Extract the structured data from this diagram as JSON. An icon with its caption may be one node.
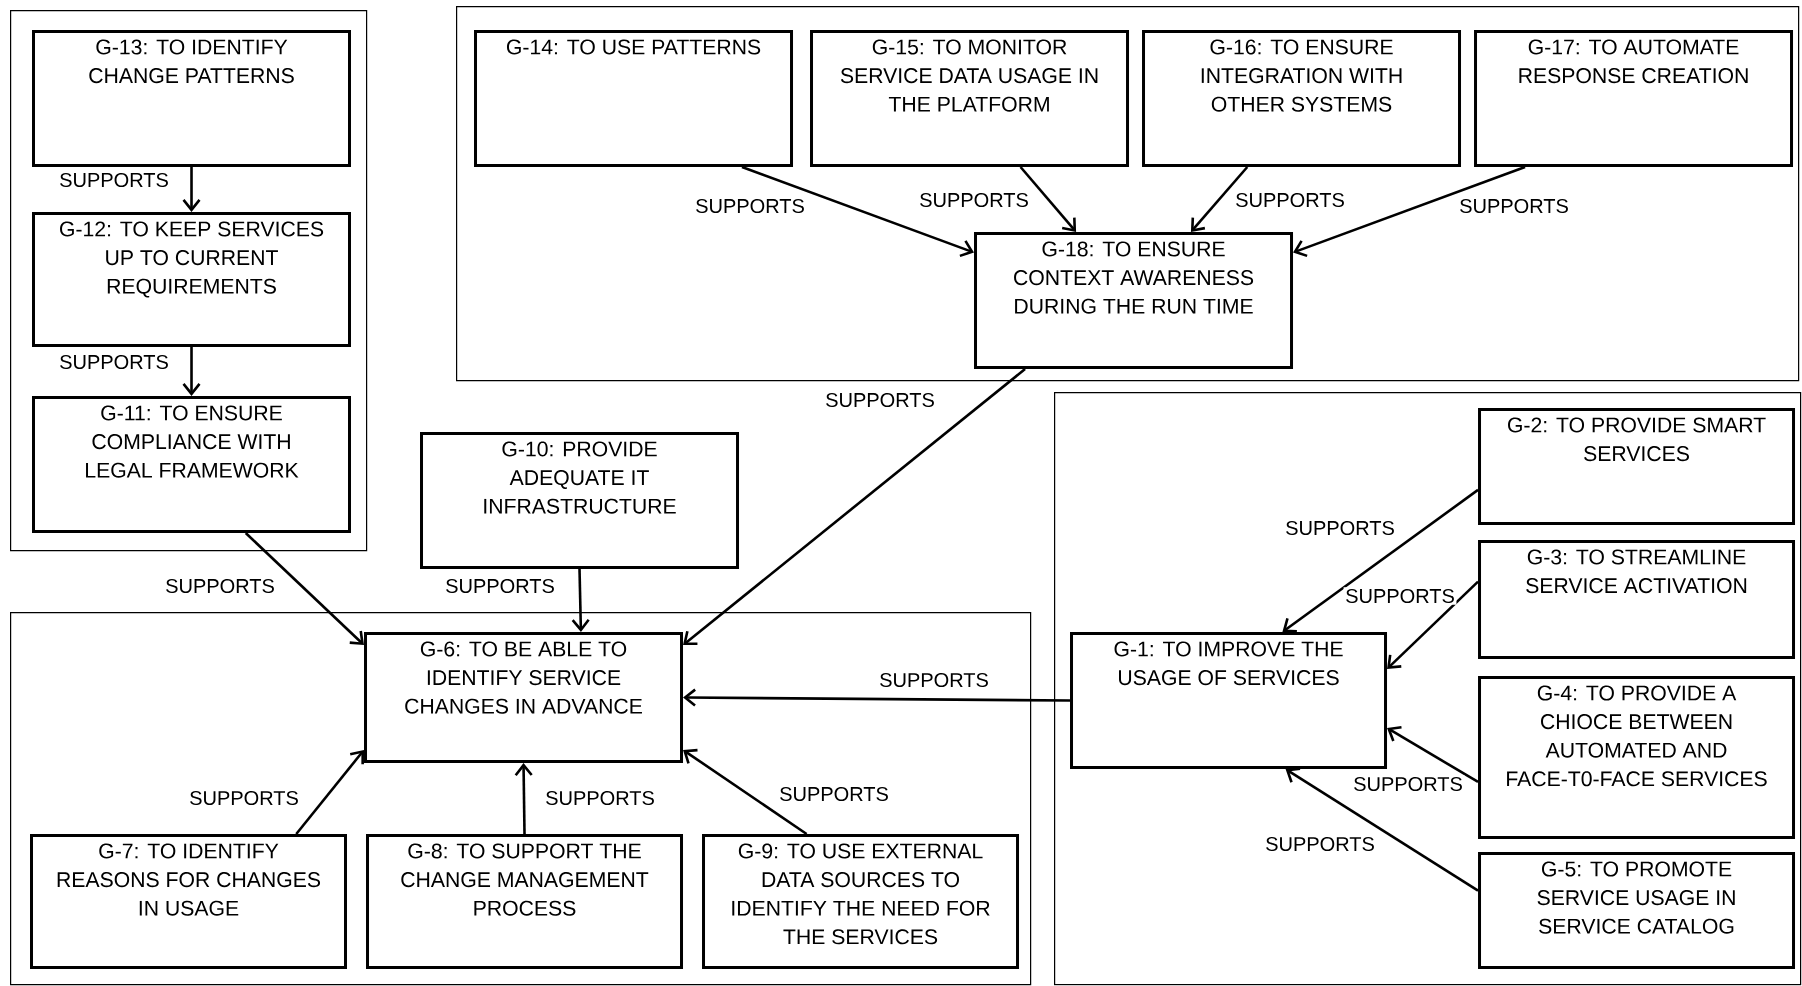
{
  "diagram": {
    "nodes": [
      {
        "text": [],
        "shape": "box"
      },
      {
        "text": [
          "G-13: TO IDENTIFY CHANGE PATTERNS"
        ],
        "in": 0
      },
      {
        "text": [
          "G-12: TO KEEP SERVICES UP TO CURRENT REQUIREMENTS"
        ],
        "in": 0
      },
      {
        "text": [
          "G-11: TO ENSURE COMPLIANCE WITH LEGAL FRAMEWORK"
        ],
        "in": 0
      },
      {
        "text": [],
        "shape": "box"
      },
      {
        "text": [
          "G-14: TO USE PATTERNS"
        ],
        "in": 4
      },
      {
        "text": [
          "G-15: TO MONITOR SERVICE DATA USAGE IN THE PLATFORM"
        ],
        "in": 4
      },
      {
        "text": [
          "G-16: TO ENSURE INTEGRATION WITH OTHER SYSTEMS"
        ],
        "in": 4
      },
      {
        "text": [
          "G-17: TO AUTOMATE RESPONSE CREATION"
        ],
        "in": 4
      },
      {
        "text": [
          "G-18: TO ENSURE CONTEXT AWARENESS DURING THE RUN TIME"
        ],
        "in": 4
      },
      {
        "text": [
          "G-10: PROVIDE ADEQUATE IT INFRASTRUCTURE"
        ]
      },
      {
        "text": [],
        "shape": "box"
      },
      {
        "text": [
          "G-1: TO IMPROVE THE USAGE OF SERVICES"
        ],
        "in": 11
      },
      {
        "text": [
          "G-2: TO PROVIDE SMART SERVICES"
        ],
        "in": 11
      },
      {
        "text": [
          "G-3: TO STREAMLINE SERVICE ACTIVATION"
        ],
        "in": 11
      },
      {
        "text": [
          "G-4: TO PROVIDE A CHIOCE BETWEEN AUTOMATED AND FACE-T0-FACE SERVICES"
        ],
        "in": 11
      },
      {
        "text": [
          "G-5: TO PROMOTE SERVICE USAGE IN SERVICE CATALOG"
        ],
        "in": 11
      },
      {
        "text": [],
        "shape": "box"
      },
      {
        "text": [
          "G-6: TO BE ABLE TO IDENTIFY SERVICE CHANGES IN ADVANCE"
        ],
        "in": 17
      },
      {
        "text": [
          "G-7: TO IDENTIFY REASONS FOR CHANGES IN USAGE"
        ],
        "in": 17
      },
      {
        "text": [
          "G-8: TO SUPPORT THE CHANGE MANAGEMENT PROCESS"
        ],
        "in": 17
      },
      {
        "text": [
          "G-9: TO USE EXTERNAL DATA SOURCES TO IDENTIFY THE NEED FOR THE SERVICES"
        ],
        "in": 17
      }
    ],
    "edges": [
      {
        "from": 1,
        "to": 2,
        "arrow": "to",
        "label": "SUPPORTS"
      },
      {
        "from": 2,
        "to": 3,
        "arrow": "to",
        "label": "SUPPORTS"
      },
      {
        "from": 5,
        "to": 9,
        "arrow": "to",
        "label": "SUPPORTS"
      },
      {
        "from": 6,
        "to": 9,
        "arrow": "to",
        "label": "SUPPORTS"
      },
      {
        "from": 7,
        "to": 9,
        "arrow": "to",
        "label": "SUPPORTS"
      },
      {
        "from": 8,
        "to": 9,
        "arrow": "to",
        "label": "SUPPORTS"
      },
      {
        "from": 9,
        "to": 18,
        "arrow": "to",
        "label": "SUPPORTS"
      },
      {
        "from": 3,
        "to": 18,
        "arrow": "to",
        "label": "SUPPORTS"
      },
      {
        "from": 10,
        "to": 18,
        "arrow": "to",
        "label": "SUPPORTS"
      },
      {
        "from": 12,
        "to": 18,
        "arrow": "to",
        "label": "SUPPORTS"
      },
      {
        "from": 19,
        "to": 18,
        "arrow": "to",
        "label": "SUPPORTS"
      },
      {
        "from": 20,
        "to": 18,
        "arrow": "to",
        "label": "SUPPORTS"
      },
      {
        "from": 21,
        "to": 18,
        "arrow": "to",
        "label": "SUPPORTS"
      },
      {
        "from": 13,
        "to": 12,
        "arrow": "to",
        "label": "SUPPORTS"
      },
      {
        "from": 14,
        "to": 12,
        "arrow": "to",
        "label": "SUPPORTS"
      },
      {
        "from": 15,
        "to": 12,
        "arrow": "to",
        "label": "SUPPORTS"
      },
      {
        "from": 16,
        "to": 12,
        "arrow": "to",
        "label": "SUPPORTS"
      }
    ]
  }
}
